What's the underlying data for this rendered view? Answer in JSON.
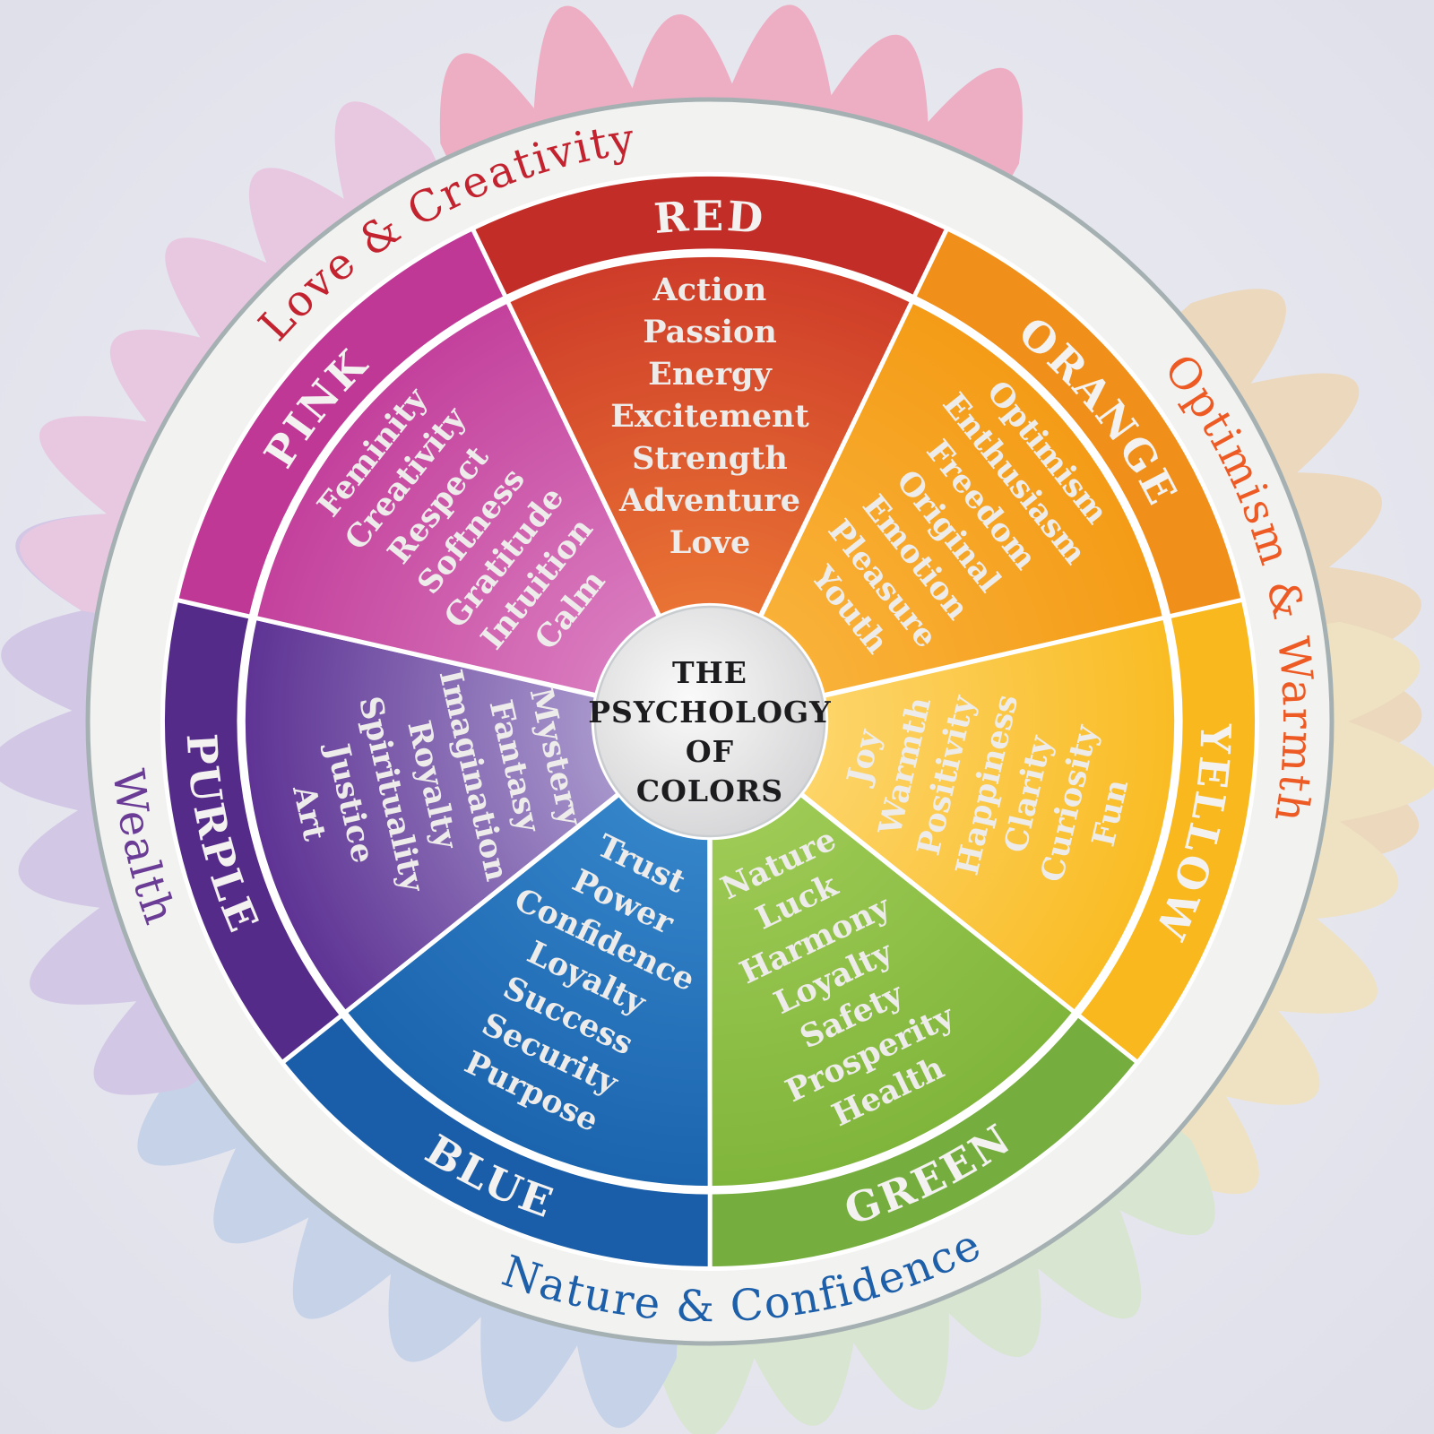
{
  "title": {
    "lines": [
      "THE",
      "PSYCHOLOGY",
      "OF",
      "COLORS"
    ]
  },
  "ring_phrases": [
    {
      "text": "Love & Creativity",
      "color": "#c3222f"
    },
    {
      "text": "Optimism & Warmth",
      "color": "#ee5a24"
    },
    {
      "text": "Nature & Confidence",
      "color": "#1e5fa9"
    },
    {
      "text": "Wealth",
      "color": "#6a3c96"
    }
  ],
  "segments": [
    {
      "name": "RED",
      "band_color": "#c22d28",
      "wedge_outer": "#ce3c29",
      "wedge_inner": "#e97334",
      "keywords": [
        "Action",
        "Passion",
        "Energy",
        "Excitement",
        "Strength",
        "Adventure",
        "Love"
      ]
    },
    {
      "name": "ORANGE",
      "band_color": "#f0901a",
      "wedge_outer": "#f49c17",
      "wedge_inner": "#f9b138",
      "keywords": [
        "Optimism",
        "Enthusiasm",
        "Freedom",
        "Original",
        "Emotion",
        "Pleasure",
        "Youth"
      ]
    },
    {
      "name": "YELLOW",
      "band_color": "#f8b81e",
      "wedge_outer": "#f9bc24",
      "wedge_inner": "#fdd468",
      "keywords": [
        "Joy",
        "Warmth",
        "Positivity",
        "Happiness",
        "Clarity",
        "Curiosity",
        "Fun"
      ]
    },
    {
      "name": "GREEN",
      "band_color": "#75ae3e",
      "wedge_outer": "#80b53b",
      "wedge_inner": "#9dca54",
      "keywords": [
        "Nature",
        "Luck",
        "Harmony",
        "Loyalty",
        "Safety",
        "Prosperity",
        "Health"
      ]
    },
    {
      "name": "BLUE",
      "band_color": "#1a5da8",
      "wedge_outer": "#1b64ae",
      "wedge_inner": "#3484c9",
      "keywords": [
        "Trust",
        "Power",
        "Confidence",
        "Loyalty",
        "Success",
        "Security",
        "Purpose"
      ]
    },
    {
      "name": "PURPLE",
      "band_color": "#552b89",
      "wedge_outer": "#5e3394",
      "wedge_inner": "#a695cb",
      "keywords": [
        "Mystery",
        "Fantasy",
        "Imagination",
        "Royalty",
        "Spirituality",
        "Justice",
        "Art"
      ]
    },
    {
      "name": "PINK",
      "band_color": "#c03896",
      "wedge_outer": "#c3419c",
      "wedge_inner": "#d97abe",
      "keywords": [
        "Feminity",
        "Creativity",
        "Respect",
        "Softness",
        "Gratitude",
        "Intuition",
        "Calm"
      ]
    }
  ],
  "background": {
    "base_color": "#e3e3ed",
    "rim_color": "#a5b0b2",
    "splashes": [
      {
        "name": "rose-top",
        "color": "#edaec3"
      },
      {
        "name": "beige-right",
        "color": "#ebd8bd"
      },
      {
        "name": "pale-gold-right",
        "color": "#efe2c2"
      },
      {
        "name": "pale-green-bottom",
        "color": "#d8e5d0"
      },
      {
        "name": "pale-blue-bottom",
        "color": "#c5d2e8"
      },
      {
        "name": "lavender-left",
        "color": "#d3c7e6"
      },
      {
        "name": "pale-pink-topleft",
        "color": "#e8c8e0"
      }
    ]
  }
}
